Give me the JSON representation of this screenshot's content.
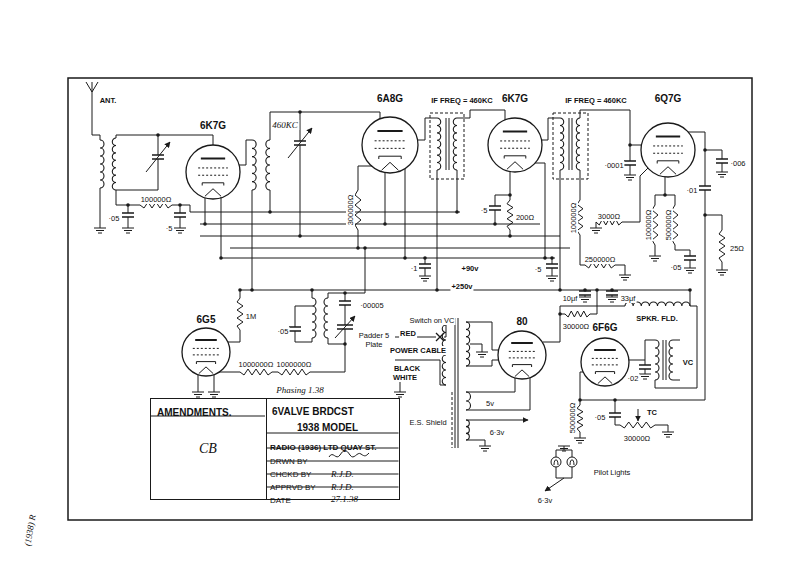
{
  "diagram": {
    "nodes": [
      {
        "text": [
          "6K7G"
        ]
      },
      {
        "text": [
          "6A8G"
        ]
      },
      {
        "text": [
          "6K7G"
        ]
      },
      {
        "text": [
          "6Q7G"
        ]
      },
      {
        "text": [
          "6G5"
        ]
      },
      {
        "text": [
          "80"
        ]
      },
      {
        "text": [
          "6F6G"
        ]
      },
      {
        "text": [
          "AMENDMENTS.",
          "CB"
        ]
      },
      {
        "text": [
          "6VALVE BRDCST",
          "1938 MODEL",
          "RADIO (1936) LTD QUAY ST.",
          "DRWN BY",
          "CHCKD BY",
          "R.J.D.",
          "APPRVD BY",
          "R.J.D.",
          "DATE",
          "27.1.38"
        ]
      }
    ],
    "labels": [
      "ANT.",
      "460KC",
      "IF FREQ = 460KC",
      "IF FREQ = 460KC",
      "·05",
      "100000Ω",
      "·5",
      "300000Ω",
      "·1",
      "·5",
      "200Ω",
      "+90v",
      "·5",
      "+250v",
      "100000Ω",
      "250000Ω",
      "3000Ω",
      "·0001",
      "100000Ω",
      "500000Ω",
      "·01",
      "·006",
      "·05",
      "25Ω",
      "10μf",
      "33μf",
      "SPKR. FLD.",
      "30000Ω",
      "1M",
      "1000000Ω",
      "1000000Ω",
      "·05",
      "·00005",
      "Padder 5 Plate",
      "Switch on VC",
      "RED",
      "POWER CABLE",
      "BLACK",
      "WHITE",
      "E.S. Shield",
      "5v",
      "6·3v",
      "·02",
      "VC",
      "500000Ω",
      "·05",
      "30000Ω",
      "TC",
      "Pilot Lights",
      "6·3v",
      "Phasing 1.38",
      "(1938) R"
    ]
  }
}
